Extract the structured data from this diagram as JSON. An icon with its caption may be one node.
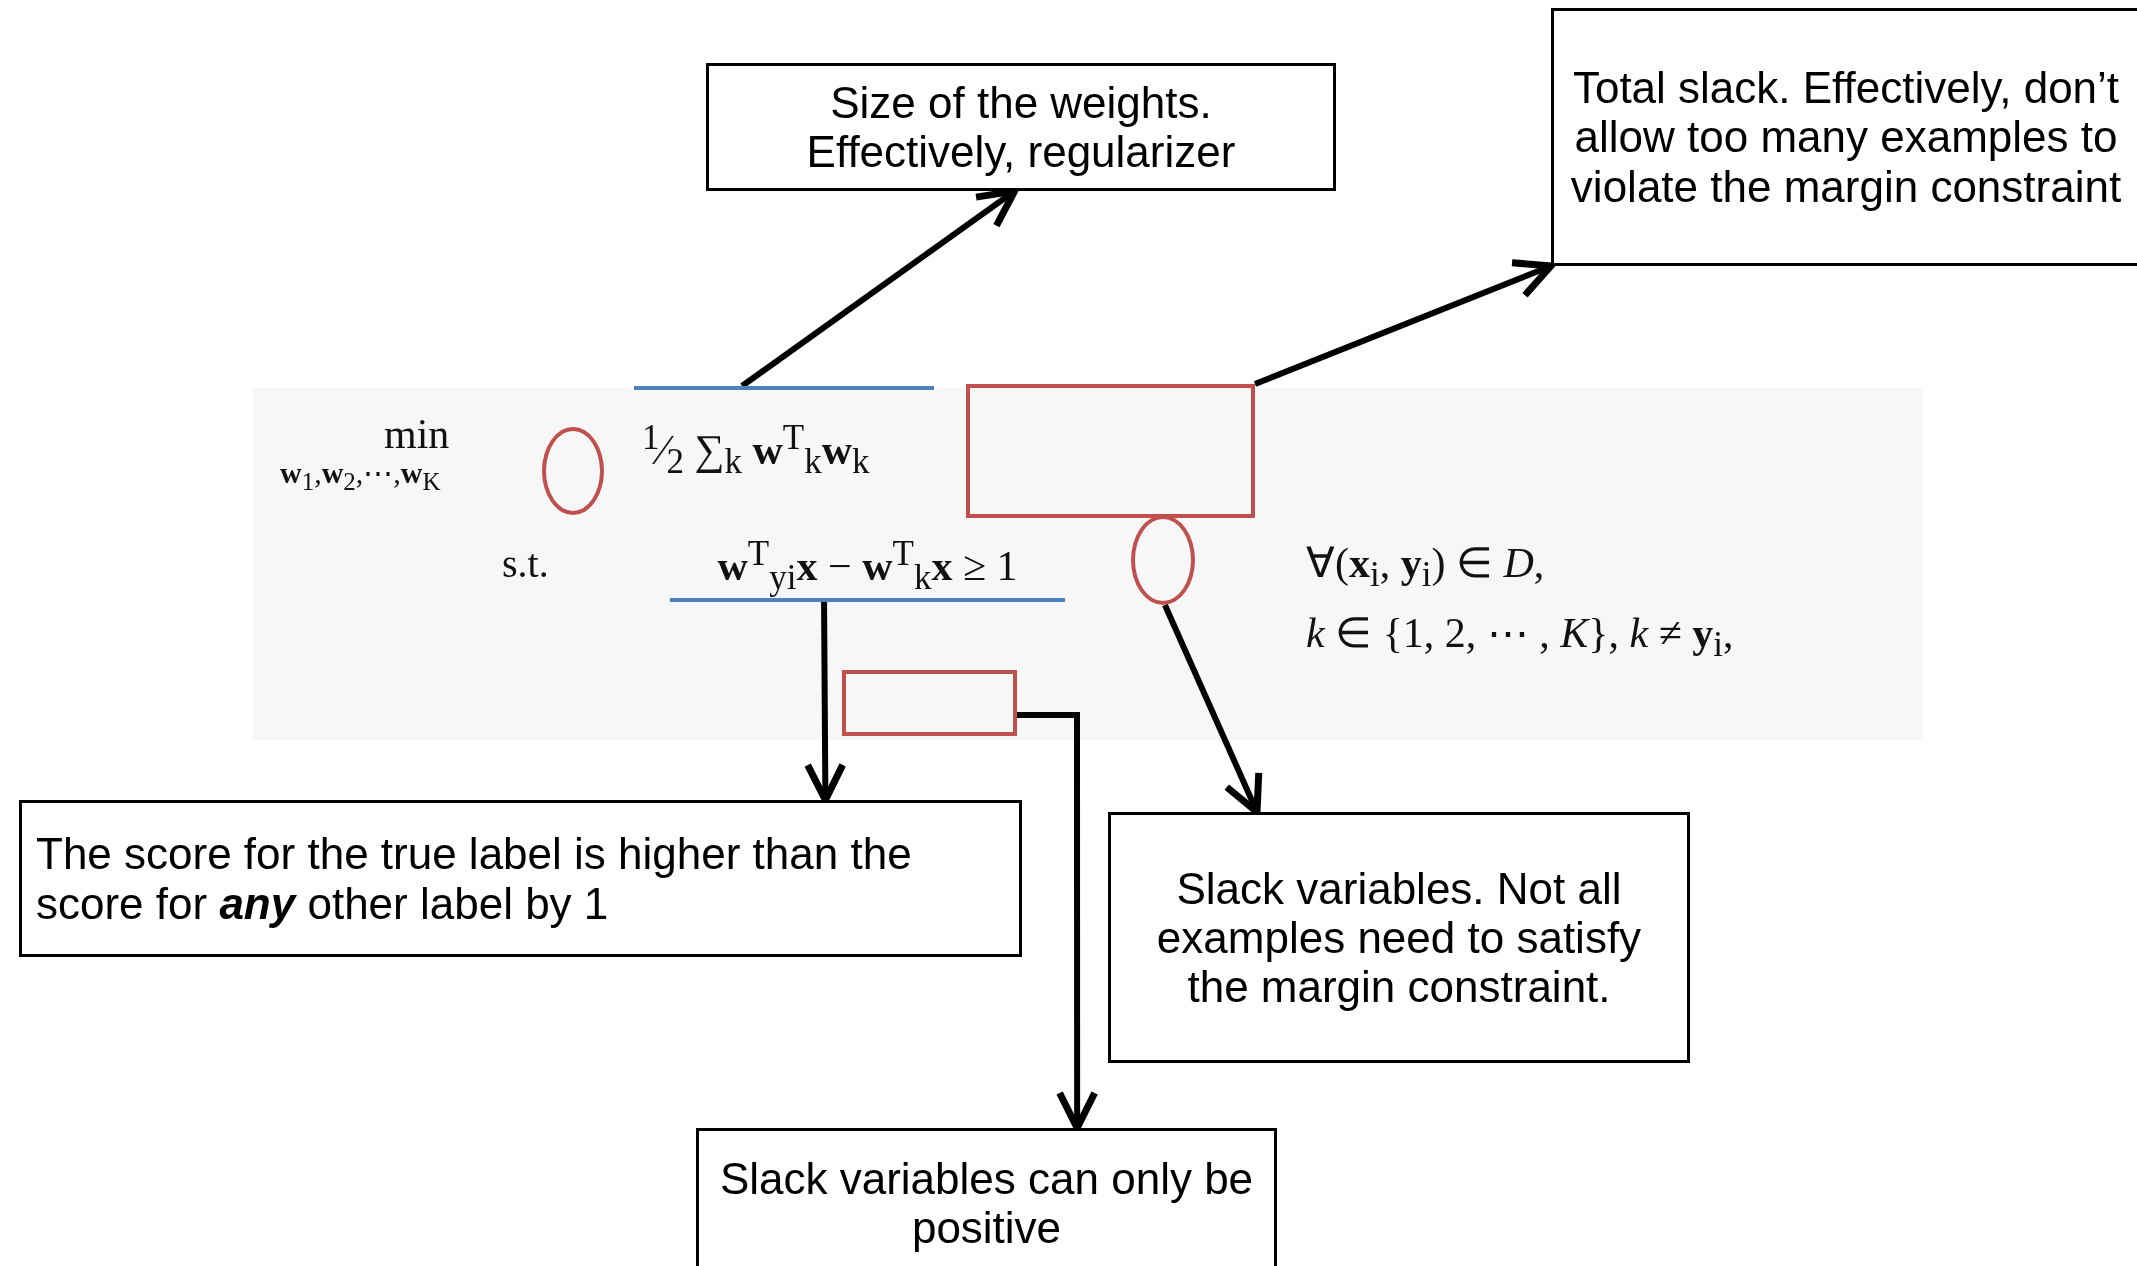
{
  "diagram": {
    "nodes": [
      {
        "text": [
          "Size of the weights. Effectively, regularizer"
        ]
      },
      {
        "text": [
          "Total slack. Effectively, don’t allow too many examples to violate the margin constraint"
        ]
      },
      {
        "text": [
          "$^{1}$⁄$_{2}$ ∑$_{k}$ **w**$^{T}$$_{k}$**w**$_{k}$"
        ]
      },
      {
        "text": [],
        "shape": "box"
      },
      {
        "text": [],
        "shape": "circle"
      },
      {
        "text": [],
        "shape": "circle"
      },
      {
        "text": [
          "**w**$^{T}$$_{yi}$**x** − **w**$^{T}$$_{k}$**x** ≥ 1"
        ]
      },
      {
        "text": [],
        "shape": "box"
      },
      {
        "text": [
          "The score for the true label is higher than the score for **any** other label by 1"
        ]
      },
      {
        "text": [
          "Slack variables. Not all examples need to satisfy  the margin constraint."
        ]
      },
      {
        "text": [
          "Slack variables can only be positive"
        ]
      }
    ],
    "edges": [
      {
        "from": 2,
        "to": 0,
        "arrow": "to"
      },
      {
        "from": 3,
        "to": 1,
        "arrow": "to"
      },
      {
        "from": 5,
        "to": 9,
        "arrow": "to"
      },
      {
        "from": 6,
        "to": 8,
        "arrow": "to"
      },
      {
        "from": 7,
        "to": 10,
        "arrow": "to"
      }
    ],
    "labels": [
      "min",
      "**w**$_{1}$,**w**$_{2}$,⋯,**w**$_{K}$",
      "s.t.",
      "∀(**x**$_{i}$, **y**$_{i}$) ∈ *D*,",
      "*k* ∈ {1, 2, ⋯ , *K*}, *k* ≠ **y**$_{i}$,"
    ]
  }
}
